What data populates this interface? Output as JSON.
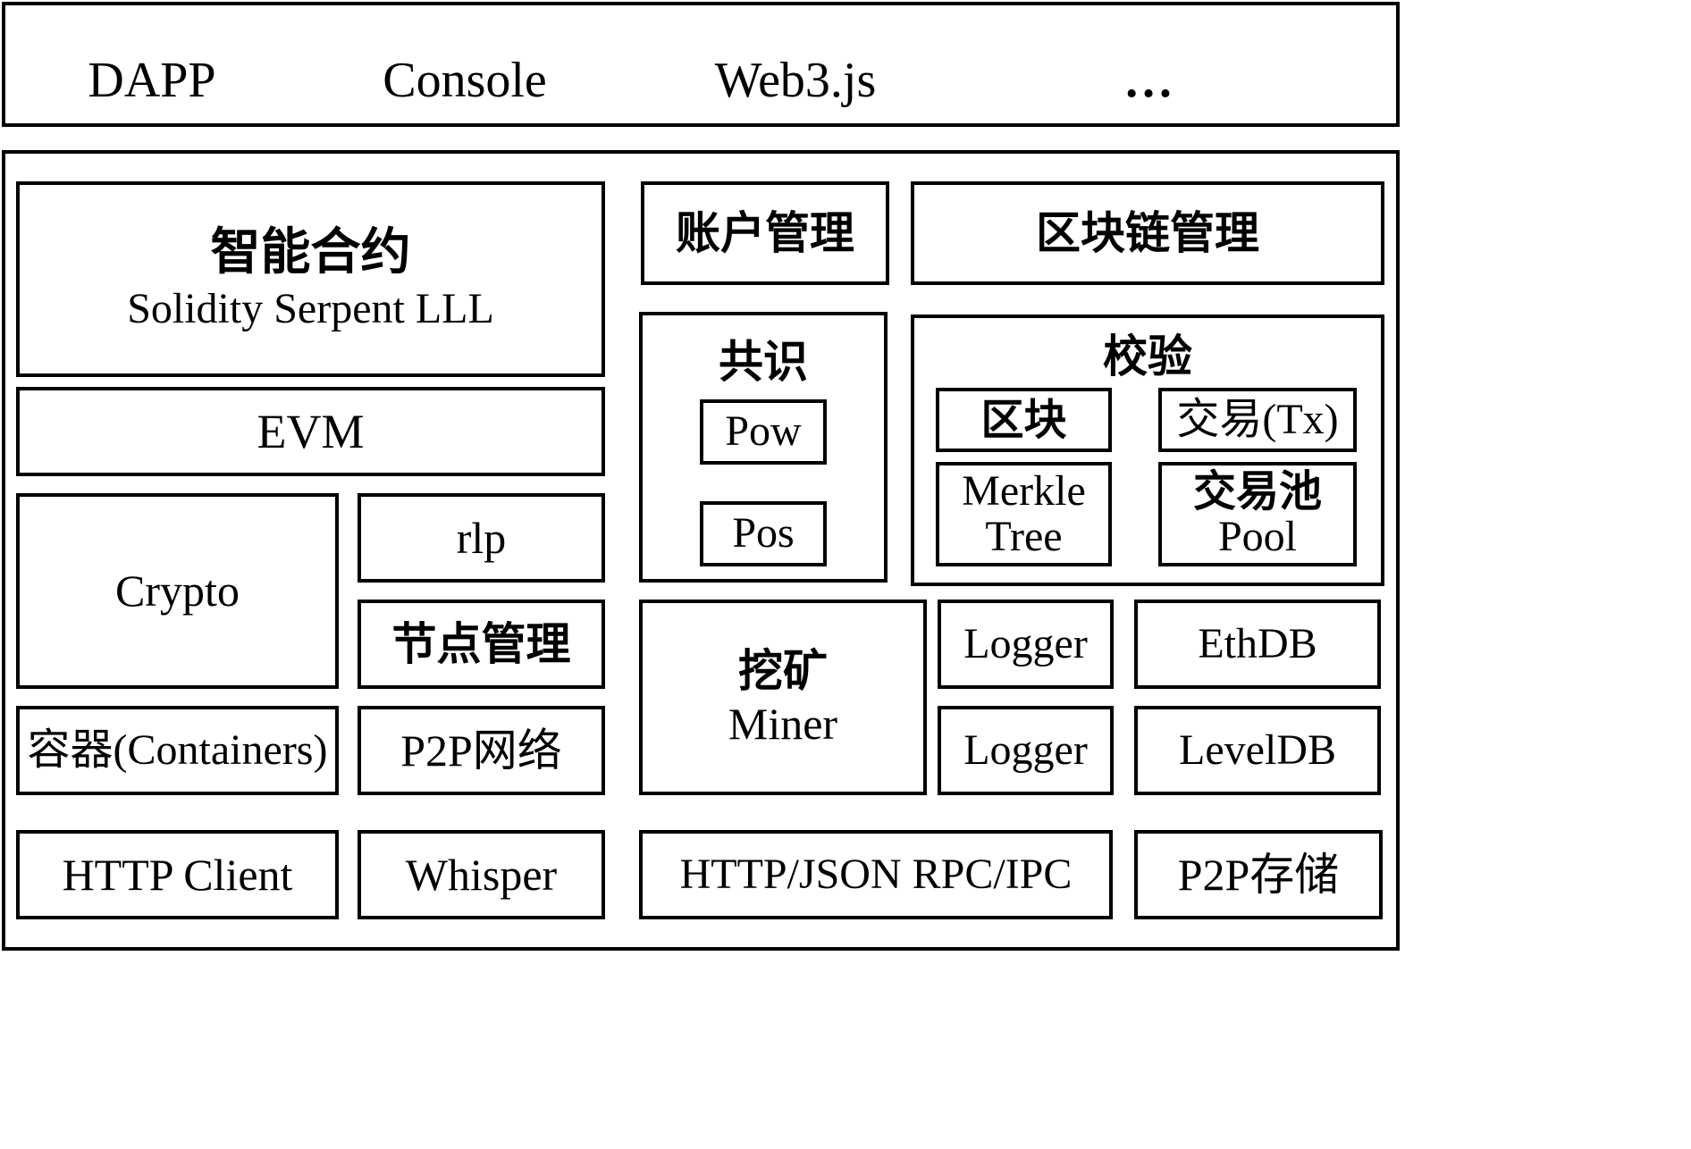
{
  "top_layer": {
    "items": [
      "DAPP",
      "Console",
      "Web3.js",
      "…"
    ]
  },
  "smart_contract": {
    "title": "智能合约",
    "languages": "Solidity Serpent LLL"
  },
  "evm": "EVM",
  "crypto": "Crypto",
  "rlp": "rlp",
  "node_management": "节点管理",
  "containers": "容器(Containers)",
  "p2p_network": "P2P网络",
  "http_client": "HTTP Client",
  "whisper": "Whisper",
  "account_management": "账户管理",
  "blockchain_management": "区块链管理",
  "consensus": {
    "title": "共识",
    "pow": "Pow",
    "pos": "Pos"
  },
  "validation": {
    "title": "校验",
    "block": "区块",
    "transaction": "交易(Tx)",
    "merkle_line1": "Merkle",
    "merkle_line2": "Tree",
    "pool_line1": "交易池",
    "pool_line2": "Pool"
  },
  "mining": {
    "title": "挖矿",
    "subtitle": "Miner"
  },
  "logger_1": "Logger",
  "logger_2": "Logger",
  "ethdb": "EthDB",
  "leveldb": "LevelDB",
  "rpc": "HTTP/JSON RPC/IPC",
  "p2p_storage": "P2P存储"
}
